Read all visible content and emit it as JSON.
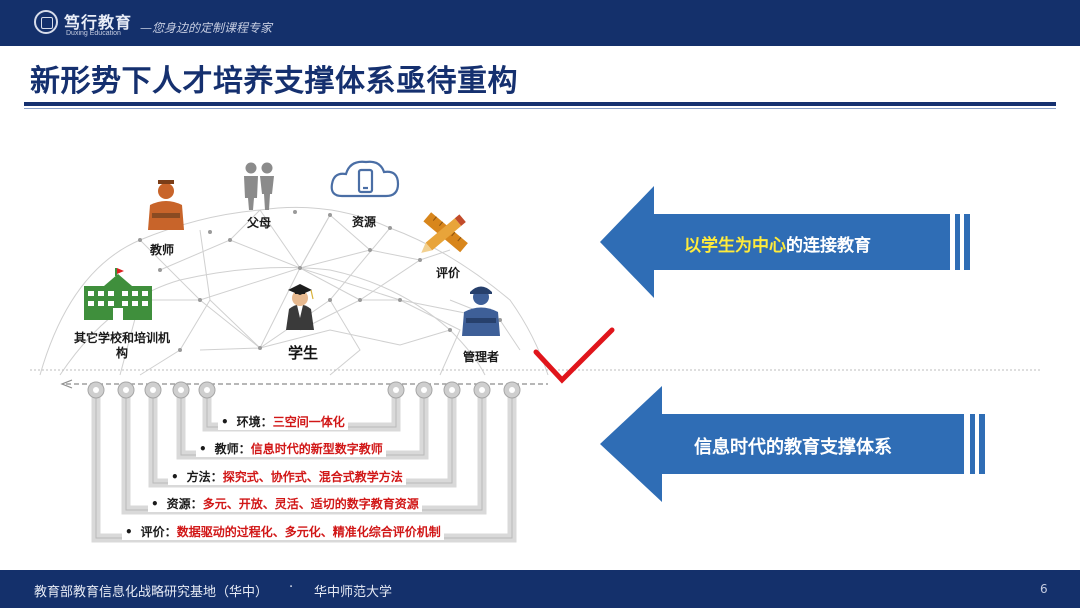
{
  "header": {
    "brand_name": "笃行教育",
    "brand_en": "Duxing Education",
    "brand_slogan": "—您身边的定制课程专家"
  },
  "title": "新形势下人才培养支撑体系亟待重构",
  "network": {
    "center_label": "学生",
    "roles": {
      "teacher": "教师",
      "parents": "父母",
      "resources": "资源",
      "evaluation": "评价",
      "manager": "管理者",
      "other_schools": "其它学校和培训机构"
    }
  },
  "layers": [
    {
      "key": "环境：",
      "value": "三空间一体化"
    },
    {
      "key": "教师：",
      "value": "信息时代的新型数字教师"
    },
    {
      "key": "方法：",
      "value": "探究式、协作式、混合式教学方法"
    },
    {
      "key": "资源：",
      "value": "多元、开放、灵活、适切的数字教育资源"
    },
    {
      "key": "评价：",
      "value": "数据驱动的过程化、多元化、精准化综合评价机制"
    }
  ],
  "bullet": "•",
  "callouts": {
    "top_highlight": "以学生为中心",
    "top_rest": "的连接教育",
    "bottom": "信息时代的教育支撑体系"
  },
  "footer": {
    "org": "教育部教育信息化战略研究基地（华中）",
    "separator": "·",
    "university": "华中师范大学",
    "page_number": "6"
  },
  "colors": {
    "navy": "#14306b",
    "arrow_blue": "#2f6db5",
    "highlight_yellow": "#ffeb3b",
    "accent_red": "#d11717",
    "icon_orange": "#c8642a",
    "icon_green": "#3f8f3c",
    "icon_grey": "#8b8b8b"
  }
}
